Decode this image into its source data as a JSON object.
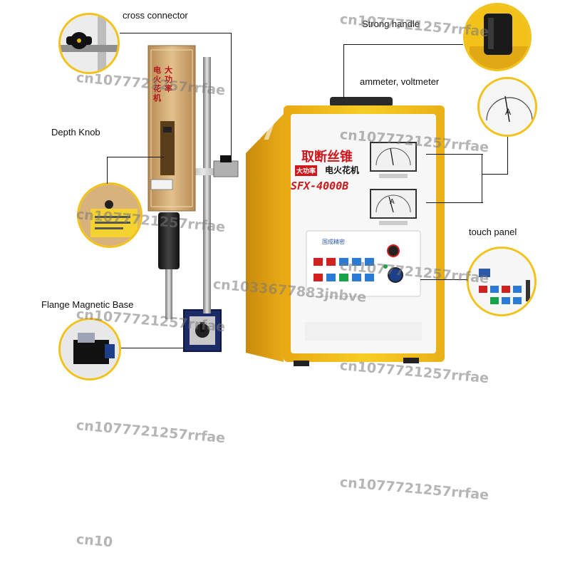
{
  "labels": {
    "cross_connector": "cross connector",
    "strong_handle": "Strong handle",
    "ammeter_voltmeter": "ammeter, voltmeter",
    "depth_knob": "Depth Knob",
    "touch_panel": "touch panel",
    "flange_magnetic_base": "Flange Magnetic Base"
  },
  "machine": {
    "brand_title": "取断丝锥",
    "power_badge": "大功率",
    "type_text": "电火花机",
    "model": "SFX-4000B",
    "meter_label": "A",
    "panel_brand": "国成精密"
  },
  "head": {
    "vertical_text_1": "电火花机",
    "vertical_text_2": "大功率"
  },
  "watermarks": {
    "primary": "cn1077721257rrfae",
    "secondary": "cn1033677883jnbve",
    "partial": "cn10"
  },
  "colors": {
    "cabinet_yellow": "#f2c21a",
    "cabinet_dark": "#d89a10",
    "panel_white": "#f7f7f7",
    "head_gold": "#d2aa6e",
    "title_red": "#d0151b",
    "model_red": "#cc1a1a",
    "callout_ring": "#f3c21a"
  }
}
